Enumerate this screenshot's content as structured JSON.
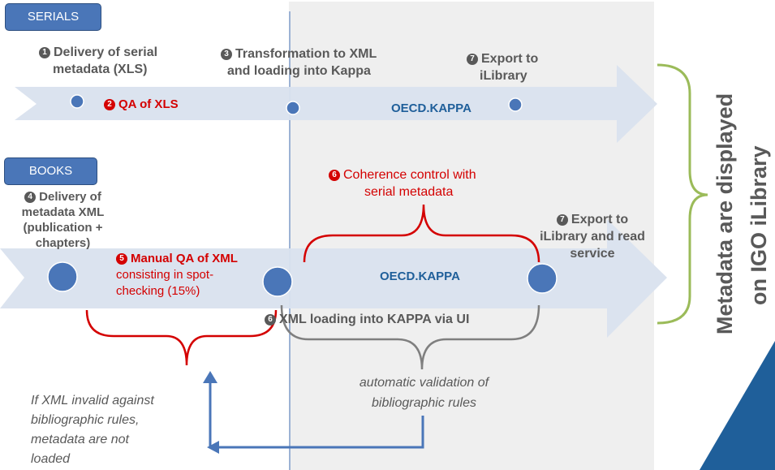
{
  "tags": {
    "serials": "SERIALS",
    "books": "BOOKS"
  },
  "steps": {
    "s1": {
      "num": "1",
      "line1": "Delivery of serial",
      "line2": "metadata (XLS)"
    },
    "s2": {
      "num": "2",
      "text": "QA of XLS"
    },
    "s3": {
      "num": "3",
      "line1": "Transformation  to XML",
      "line2": "and loading into Kappa"
    },
    "s7a": {
      "num": "7",
      "line1": "Export to",
      "line2": "iLibrary"
    },
    "b4": {
      "num": "4",
      "line1": "Delivery of",
      "line2": "metadata XML",
      "line3": "(publication +",
      "line4": "chapters)"
    },
    "b5": {
      "num": "5",
      "line1": "Manual QA of XML",
      "line2": "consisting in spot-",
      "line3": "checking (15%)"
    },
    "b6": {
      "num": "6",
      "line1": "Coherence  control with",
      "line2": "serial metadata"
    },
    "b6b": {
      "num": "6",
      "text": "XML loading into KAPPA via UI"
    },
    "b7": {
      "num": "7",
      "line1": "Export to",
      "line2": "iLibrary and read",
      "line3": "service"
    }
  },
  "kappa_top": "OECD.KAPPA",
  "kappa_bottom": "OECD.KAPPA",
  "auto_validation": {
    "line1": "automatic validation  of",
    "line2": "bibliographic rules"
  },
  "invalid_note": {
    "line1": "If XML invalid against",
    "line2": "bibliographic rules,",
    "line3": "metadata are not",
    "line4": "loaded"
  },
  "side_label": {
    "line1": "Metadata are displayed",
    "line2": "on IGO iLibrary"
  },
  "colors": {
    "arrow": "#d9e1ee",
    "node": "#4a76b8",
    "panel": "#efefef",
    "red": "#d40000",
    "grey": "#595959",
    "green_brace": "#9bbb59",
    "corner": "#1f5f9a"
  }
}
